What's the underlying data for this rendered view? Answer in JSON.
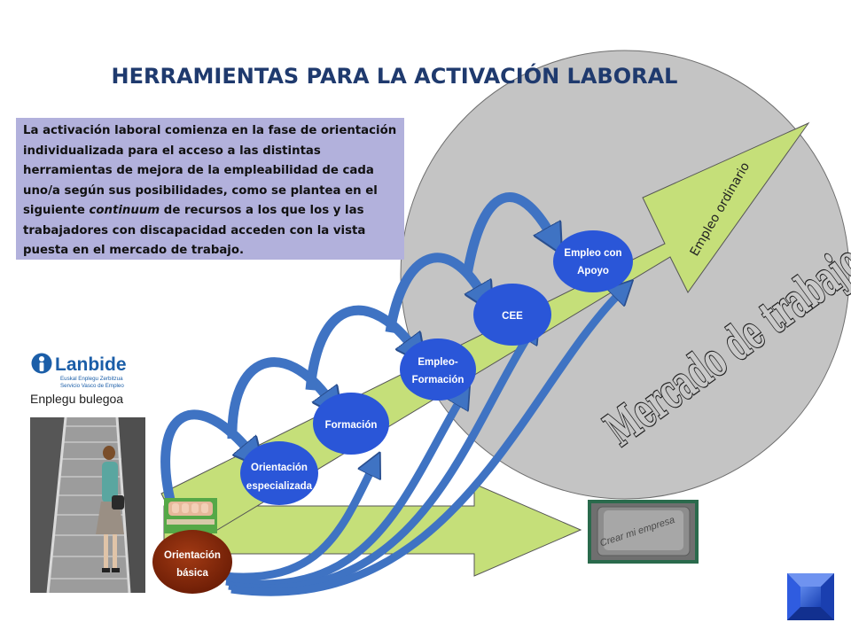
{
  "title": "HERRAMIENTAS PARA LA ACTIVACIÓN LABORAL",
  "intro": {
    "before": "La activación laboral comienza en la fase de orientación individualizada para el acceso a las distintas herramientas de mejora de la empleabilidad de cada uno/a según sus posibilidades, como se plantea en el siguiente ",
    "emphasis": "continuum",
    "after": " de recursos a los que los y las trabajadores  con discapacidad acceden con la vista puesta en el mercado de trabajo."
  },
  "logo": {
    "name": "Lanbide",
    "line1": "Euskal Enplegu Zerbitzua",
    "line2": "Servicio Vasco de Empleo"
  },
  "office_label": "Enplegu bulegoa",
  "market": {
    "title": "Mercado de trabajo",
    "ordinary": "Empleo ordinario"
  },
  "stages": [
    {
      "id": "orientacion-basica",
      "label": "Orientación básica",
      "color": "#8b2d0e"
    },
    {
      "id": "orientacion-especializada",
      "label": "Orientación especializada",
      "color": "#2a56d8"
    },
    {
      "id": "formacion",
      "label": "Formación",
      "color": "#2a56d8"
    },
    {
      "id": "empleo-formacion",
      "label": "Empleo- Formación",
      "color": "#2a56d8"
    },
    {
      "id": "cee",
      "label": "CEE",
      "color": "#2a56d8"
    },
    {
      "id": "empleo-con-apoyo",
      "label": "Empleo con Apoyo",
      "color": "#2a56d8"
    }
  ],
  "key_card": "Crear mi empresa",
  "colors": {
    "title": "#1f3a6e",
    "arrow_fill": "#c5df79",
    "curved_arrows": "#3f73c3",
    "market_circle": "#c4c4c4",
    "intro_box": "#b2b1dc",
    "nav_button": "#2d5ad9"
  },
  "icons": [
    "elevator-photo",
    "hands-photo",
    "keyboard-key-photo",
    "nav-button-icon"
  ]
}
